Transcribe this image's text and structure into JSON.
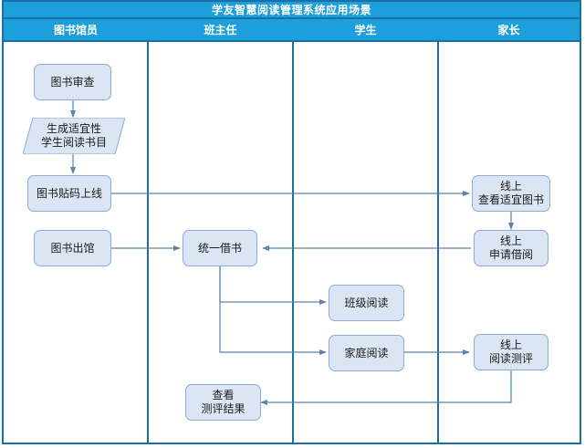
{
  "diagram": {
    "title": "学友智慧阅读管理系统应用场景",
    "colors": {
      "header_bg": "#1d9fdb",
      "border": "#1b6fa3",
      "node_fill": "#dbe5f3",
      "node_stroke": "#8eaad6",
      "edge": "#5a83ad",
      "title_text": "#ffffff"
    },
    "lanes": [
      {
        "id": "lane-librarian",
        "label": "图书馆员"
      },
      {
        "id": "lane-teacher",
        "label": "班主任"
      },
      {
        "id": "lane-student",
        "label": "学生"
      },
      {
        "id": "lane-parent",
        "label": "家长"
      }
    ],
    "nodes": [
      {
        "id": "book-review",
        "lane": "lane-librarian",
        "shape": "rounded-rect",
        "label": "图书审查"
      },
      {
        "id": "generate-booklist",
        "lane": "lane-librarian",
        "shape": "parallelogram",
        "label": "生成适宜性\n学生阅读书目",
        "line1": "生成适宜性",
        "line2": "学生阅读书目"
      },
      {
        "id": "book-tag-online",
        "lane": "lane-librarian",
        "shape": "rounded-rect",
        "label": "图书贴码上线"
      },
      {
        "id": "book-out",
        "lane": "lane-librarian",
        "shape": "rounded-rect",
        "label": "图书出馆"
      },
      {
        "id": "unified-borrow",
        "lane": "lane-teacher",
        "shape": "rounded-rect",
        "label": "统一借书"
      },
      {
        "id": "view-test-result",
        "lane": "lane-teacher",
        "shape": "rounded-rect",
        "label": "查看\n测评结果",
        "line1": "查看",
        "line2": "测评结果"
      },
      {
        "id": "class-reading",
        "lane": "lane-student",
        "shape": "rounded-rect",
        "label": "班级阅读"
      },
      {
        "id": "family-reading",
        "lane": "lane-student",
        "shape": "rounded-rect",
        "label": "家庭阅读"
      },
      {
        "id": "online-view-books",
        "lane": "lane-parent",
        "shape": "rounded-rect",
        "label": "线上\n查看适宜图书",
        "line1": "线上",
        "line2": "查看适宜图书"
      },
      {
        "id": "online-apply-borrow",
        "lane": "lane-parent",
        "shape": "rounded-rect",
        "label": "线上\n申请借阅",
        "line1": "线上",
        "line2": "申请借阅"
      },
      {
        "id": "online-reading-test",
        "lane": "lane-parent",
        "shape": "rounded-rect",
        "label": "线上\n阅读测评",
        "line1": "线上",
        "line2": "阅读测评"
      }
    ],
    "edges": [
      {
        "from": "book-review",
        "to": "generate-booklist"
      },
      {
        "from": "generate-booklist",
        "to": "book-tag-online"
      },
      {
        "from": "book-tag-online",
        "to": "online-view-books"
      },
      {
        "from": "online-view-books",
        "to": "online-apply-borrow"
      },
      {
        "from": "online-apply-borrow",
        "to": "unified-borrow"
      },
      {
        "from": "book-out",
        "to": "unified-borrow"
      },
      {
        "from": "unified-borrow",
        "to": "class-reading"
      },
      {
        "from": "unified-borrow",
        "to": "family-reading"
      },
      {
        "from": "family-reading",
        "to": "online-reading-test"
      },
      {
        "from": "online-reading-test",
        "to": "view-test-result"
      }
    ]
  }
}
